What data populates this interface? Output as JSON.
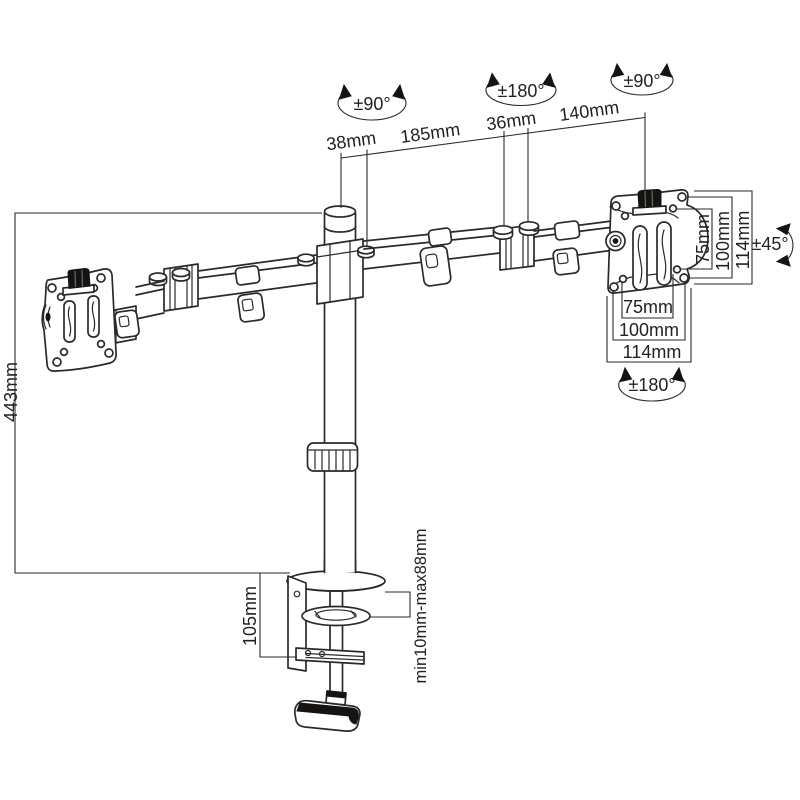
{
  "page": {
    "background": "#ffffff",
    "line_color": "#2b2a29",
    "text_color": "#242120"
  },
  "dimensions": {
    "arm": {
      "pole_to_pivot": "38mm",
      "inner_arm": "185mm",
      "elbow_joint": "36mm",
      "outer_arm": "140mm"
    },
    "pole": {
      "height": "443mm"
    },
    "clamp": {
      "bracket_height": "105mm",
      "desk_thickness_range": "min10mm-max88mm"
    },
    "vesa_plate": {
      "vertical": {
        "v75": "75mm",
        "v100": "100mm",
        "v114": "114mm"
      },
      "horizontal": {
        "h75": "75mm",
        "h100": "100mm",
        "h114": "114mm"
      }
    }
  },
  "rotations": {
    "pole_swivel": "±90°",
    "elbow_swivel": "±180°",
    "head_swivel": "±90°",
    "tilt": "±45°",
    "plate_rotation": "±180°"
  }
}
